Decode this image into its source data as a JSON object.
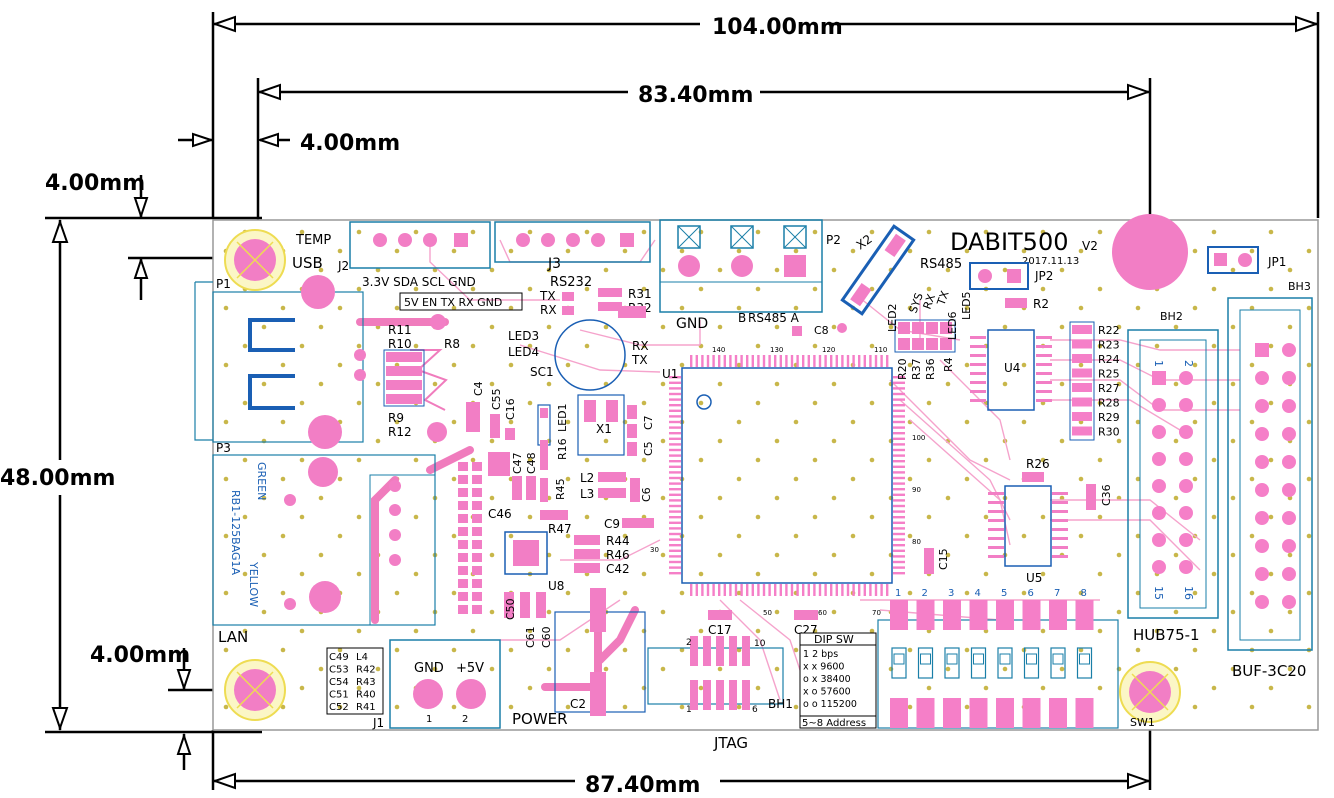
{
  "dimensions": {
    "total_width": "104.00mm",
    "hole_spacing_top": "83.40mm",
    "hole_spacing_bottom": "87.40mm",
    "left_offset": "4.00mm",
    "top_offset": "4.00mm",
    "bottom_offset": "4.00mm",
    "height": "48.00mm"
  },
  "board": {
    "name": "DABIT500",
    "version": "V2",
    "date": "2017.11.13",
    "fill_color": "#ffffff",
    "pad_color": "#f57fc8",
    "trace_color": "#f7a8d0",
    "via_color": "#c8b74a",
    "outline_color": "#1a7fa8",
    "hole_ring_color": "#f3e66a"
  },
  "connectors": {
    "temp": "TEMP",
    "j2": "J2",
    "j2_pins": "3.3V  SDA  SCL  GND",
    "j3": "J3",
    "j3_pins": "5V  EN  TX  RX  GND",
    "usb": "USB",
    "p1": "P1",
    "p3": "P3",
    "p2": "P2",
    "gnd_top": "GND",
    "b": "B",
    "rs485_a": "RS485  A",
    "rs232": "RS232",
    "rs485": "RS485",
    "lan": "LAN",
    "green": "GREEN",
    "yellow": "YELLOW",
    "rj45": "RB1-125BAG1A",
    "j1": "J1",
    "power": "POWER",
    "power_gnd": "GND",
    "power_5v": "+5V",
    "pin1": "1",
    "pin2": "2",
    "jtag": "JTAG",
    "hub75": "HUB75-1",
    "buf": "BUF-3C20",
    "bh1": "BH1",
    "bh2": "BH2",
    "bh3": "BH3",
    "jp1": "JP1",
    "jp2": "JP2",
    "sw1": "SW1"
  },
  "components": {
    "u1": "U1",
    "u4": "U4",
    "u5": "U5",
    "u8": "U8",
    "x1": "X1",
    "x2": "X2",
    "sc1": "SC1",
    "tx": "TX",
    "rx": "RX",
    "rx_red": "RX",
    "tx_red": "TX",
    "led1": "LED1",
    "led2": "LED2",
    "led3": "LED3",
    "led4": "LED4",
    "led5": "LED5",
    "led6": "LED6",
    "sys": "SYS",
    "rx2": "RX",
    "tx2": "TX",
    "r2": "R2",
    "r4": "R4",
    "r8": "R8",
    "r9": "R9",
    "r10": "R10",
    "r11": "R11",
    "r12": "R12",
    "r16": "R16",
    "r20": "R20",
    "r26": "R26",
    "r31": "R31",
    "r32": "R32",
    "r36": "R36",
    "r37": "R37",
    "r44": "R44",
    "r45": "R45",
    "r46": "R46",
    "r47": "R47",
    "c2": "C2",
    "c4": "C4",
    "c5": "C5",
    "c6": "C6",
    "c7": "C7",
    "c8": "C8",
    "c9": "C9",
    "c15": "C15",
    "c16": "C16",
    "c17": "C17",
    "c27": "C27",
    "c36": "C36",
    "c42": "C42",
    "c46": "C46",
    "c47": "C47",
    "c48": "C48",
    "c50": "C50",
    "c55": "C55",
    "c60": "C60",
    "c61": "C61",
    "l2": "L2",
    "l3": "L3",
    "r_list": [
      "R22",
      "R23",
      "R24",
      "R25",
      "R27",
      "R28",
      "R29",
      "R30"
    ],
    "cap_list_left": [
      "C49",
      "C53",
      "C54",
      "C51",
      "C52"
    ],
    "lr_list_right": [
      "L4",
      "R42",
      "R43",
      "R40",
      "R41"
    ]
  },
  "dip_table": {
    "header": "DIP  SW",
    "rows": [
      "1  2      bps",
      "x  x     9600",
      "o  x    38400",
      "x  o    57600",
      "o  o   115200"
    ],
    "footer": "5~8 Address"
  },
  "pin_numbers": {
    "p140": "140",
    "p130": "130",
    "p120": "120",
    "p110": "110",
    "p100": "100",
    "p90": "90",
    "p80": "80",
    "p30": "30",
    "p50": "50",
    "p60": "60",
    "p70": "70",
    "p10": "10",
    "p1": "1",
    "h1": "1",
    "h2": "2",
    "h15": "15",
    "h16": "16",
    "jt2": "2",
    "jt1": "1",
    "jt6": "6",
    "hdr": [
      "1",
      "2",
      "3",
      "4",
      "5",
      "6",
      "7",
      "8"
    ]
  }
}
